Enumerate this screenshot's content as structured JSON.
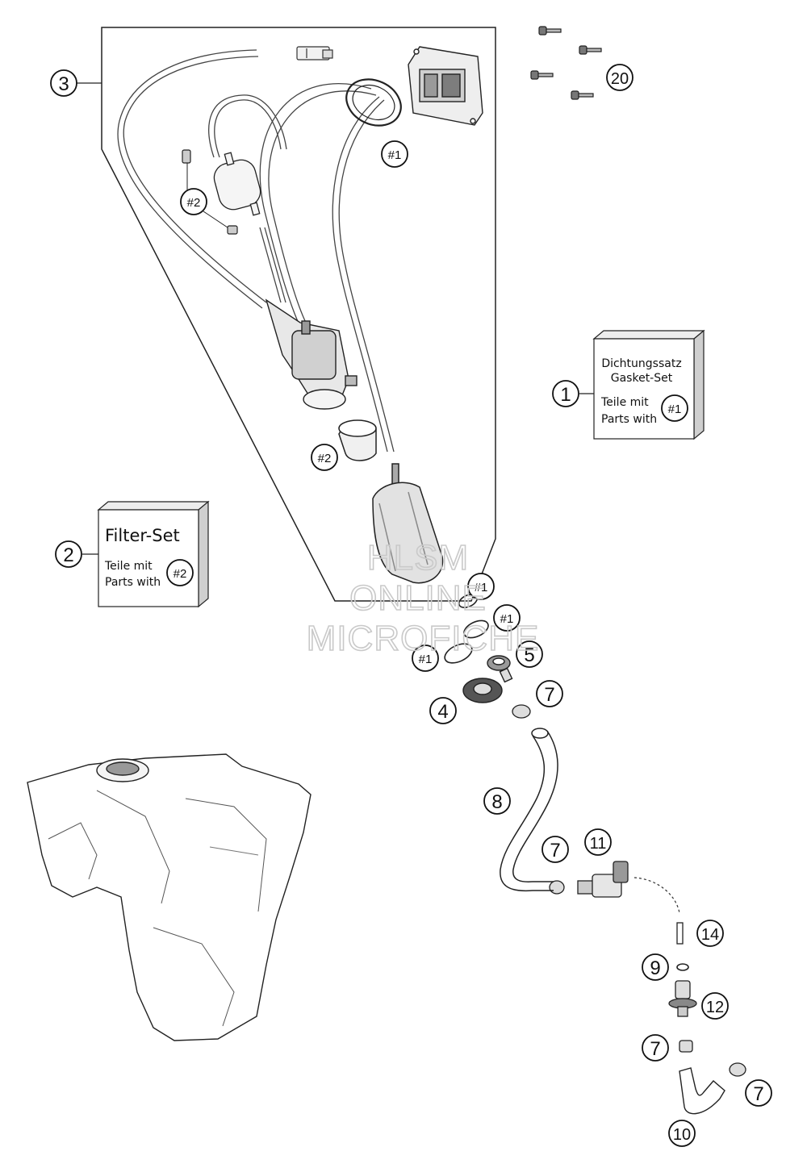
{
  "callouts": {
    "c1": "1",
    "c2": "2",
    "c3": "3",
    "c4": "4",
    "c5": "5",
    "c7": "7",
    "c8": "8",
    "c9": "9",
    "c10": "10",
    "c11": "11",
    "c12": "12",
    "c14": "14",
    "c20": "20",
    "hash1": "#1",
    "hash2": "#2"
  },
  "gasket_box": {
    "line1": "Dichtungssatz",
    "line2": "Gasket-Set",
    "line3": "Teile mit",
    "line4": "Parts with",
    "ref": "#1"
  },
  "filter_box": {
    "title": "Filter-Set",
    "line1": "Teile mit",
    "line2": "Parts with",
    "ref": "#2"
  },
  "watermark": {
    "line1": "HLSM",
    "line2": "ONLINE",
    "line3": "MICROFICHE"
  }
}
